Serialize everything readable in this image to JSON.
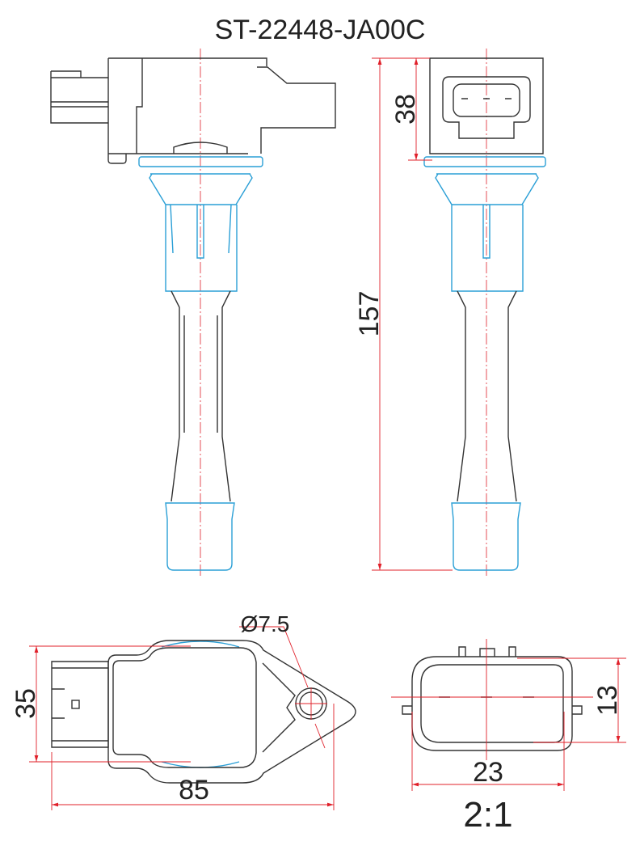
{
  "title": "ST-22448-JA00C",
  "dimensions": {
    "total_length": "157",
    "head_height": "38",
    "body_width": "35",
    "body_length": "85",
    "hole_diameter": "Ø7.5",
    "connector_width": "23",
    "connector_height": "13"
  },
  "scale": "2:1",
  "colors": {
    "outline": "#333333",
    "boot": "#2a9fd6",
    "dimension": "#e0202a"
  }
}
